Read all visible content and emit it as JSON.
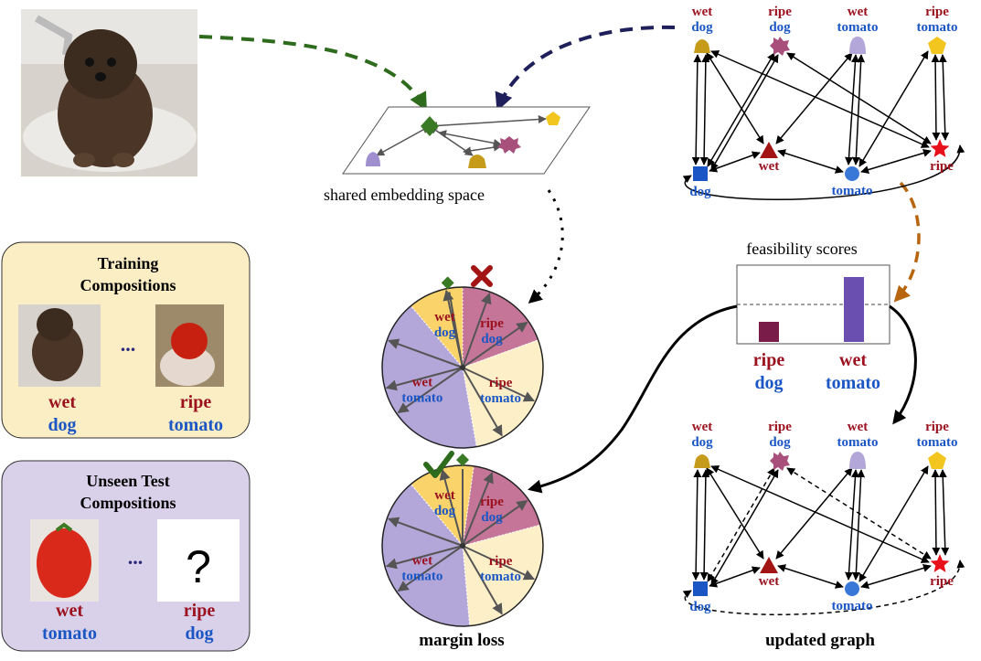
{
  "embedding": {
    "caption": "shared embedding space"
  },
  "training": {
    "title_line1": "Training",
    "title_line2": "Compositions",
    "ellipsis": "...",
    "left_attr": "wet",
    "left_obj": "dog",
    "right_attr": "ripe",
    "right_obj": "tomato"
  },
  "test": {
    "title_line1": "Unseen Test",
    "title_line2": "Compositions",
    "ellipsis": "...",
    "unknown_mark": "?",
    "left_attr": "wet",
    "left_obj": "tomato",
    "right_attr": "ripe",
    "right_obj": "dog"
  },
  "graph": {
    "top_nodes": [
      {
        "attr": "wet",
        "obj": "dog"
      },
      {
        "attr": "ripe",
        "obj": "dog"
      },
      {
        "attr": "wet",
        "obj": "tomato"
      },
      {
        "attr": "ripe",
        "obj": "tomato"
      }
    ],
    "bottom_nodes": {
      "dog": "dog",
      "wet": "wet",
      "tomato": "tomato",
      "ripe": "ripe"
    }
  },
  "updated_graph": {
    "caption": "updated graph"
  },
  "feasibility": {
    "title": "feasibility scores",
    "bars": [
      {
        "attr": "ripe",
        "obj": "dog",
        "color": "#7a1c4a"
      },
      {
        "attr": "wet",
        "obj": "tomato",
        "color": "#6a4fb0"
      }
    ]
  },
  "wheel": {
    "sectors": [
      {
        "attr": "wet",
        "obj": "dog"
      },
      {
        "attr": "ripe",
        "obj": "dog"
      },
      {
        "attr": "ripe",
        "obj": "tomato"
      },
      {
        "attr": "wet",
        "obj": "tomato"
      }
    ],
    "caption": "margin loss"
  },
  "colors": {
    "attr": "#9b111e",
    "obj": "#1a56c4",
    "train_box": "#fbedc4",
    "test_box": "#d9d1ea"
  }
}
